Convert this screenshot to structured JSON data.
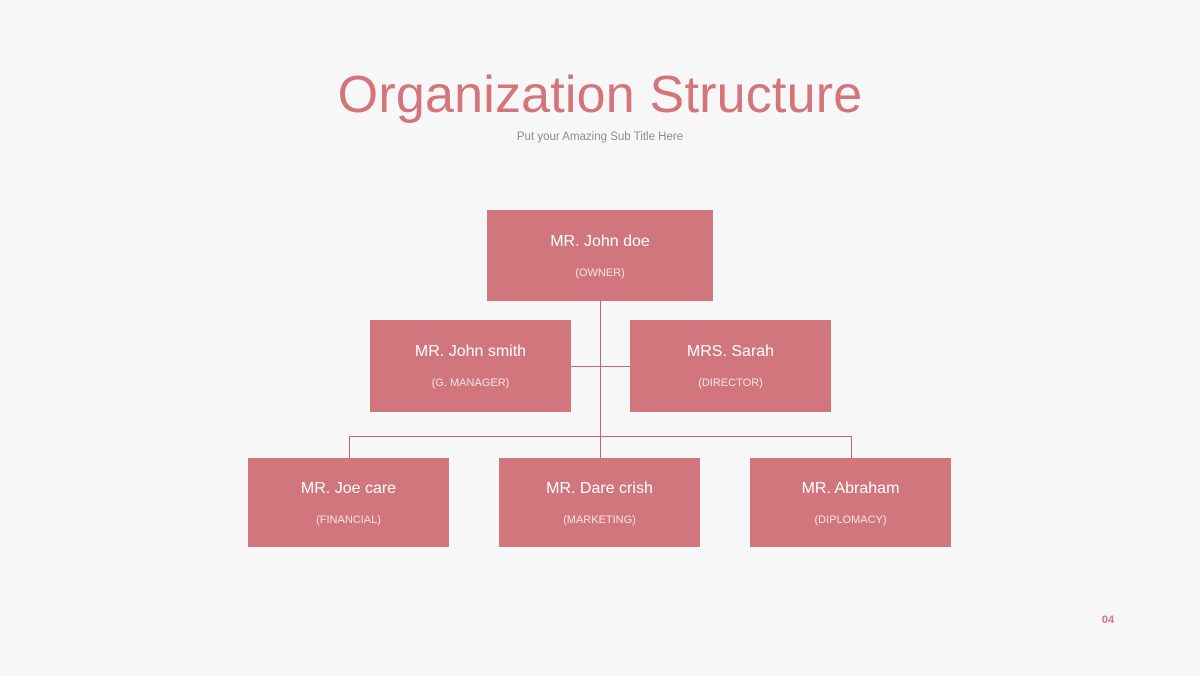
{
  "slide": {
    "title": "Organization Structure",
    "subtitle": "Put your Amazing Sub Title Here",
    "page_number": "04",
    "background_color": "#f7f7f7",
    "accent_color": "#d4757c",
    "node_fill_color": "#d2767d",
    "connector_color": "#c4666d"
  },
  "org_chart": {
    "type": "diagram",
    "levels": [
      {
        "level": 1,
        "nodes": [
          {
            "name": "MR. John doe",
            "role": "(OWNER)"
          }
        ]
      },
      {
        "level": 2,
        "nodes": [
          {
            "name": "MR. John smith",
            "role": "(G. MANAGER)"
          },
          {
            "name": "MRS. Sarah",
            "role": "(DIRECTOR)"
          }
        ]
      },
      {
        "level": 3,
        "nodes": [
          {
            "name": "MR. Joe care",
            "role": "(FINANCIAL)"
          },
          {
            "name": "MR. Dare crish",
            "role": "(MARKETING)"
          },
          {
            "name": "MR. Abraham",
            "role": "(DIPLOMACY)"
          }
        ]
      }
    ]
  }
}
